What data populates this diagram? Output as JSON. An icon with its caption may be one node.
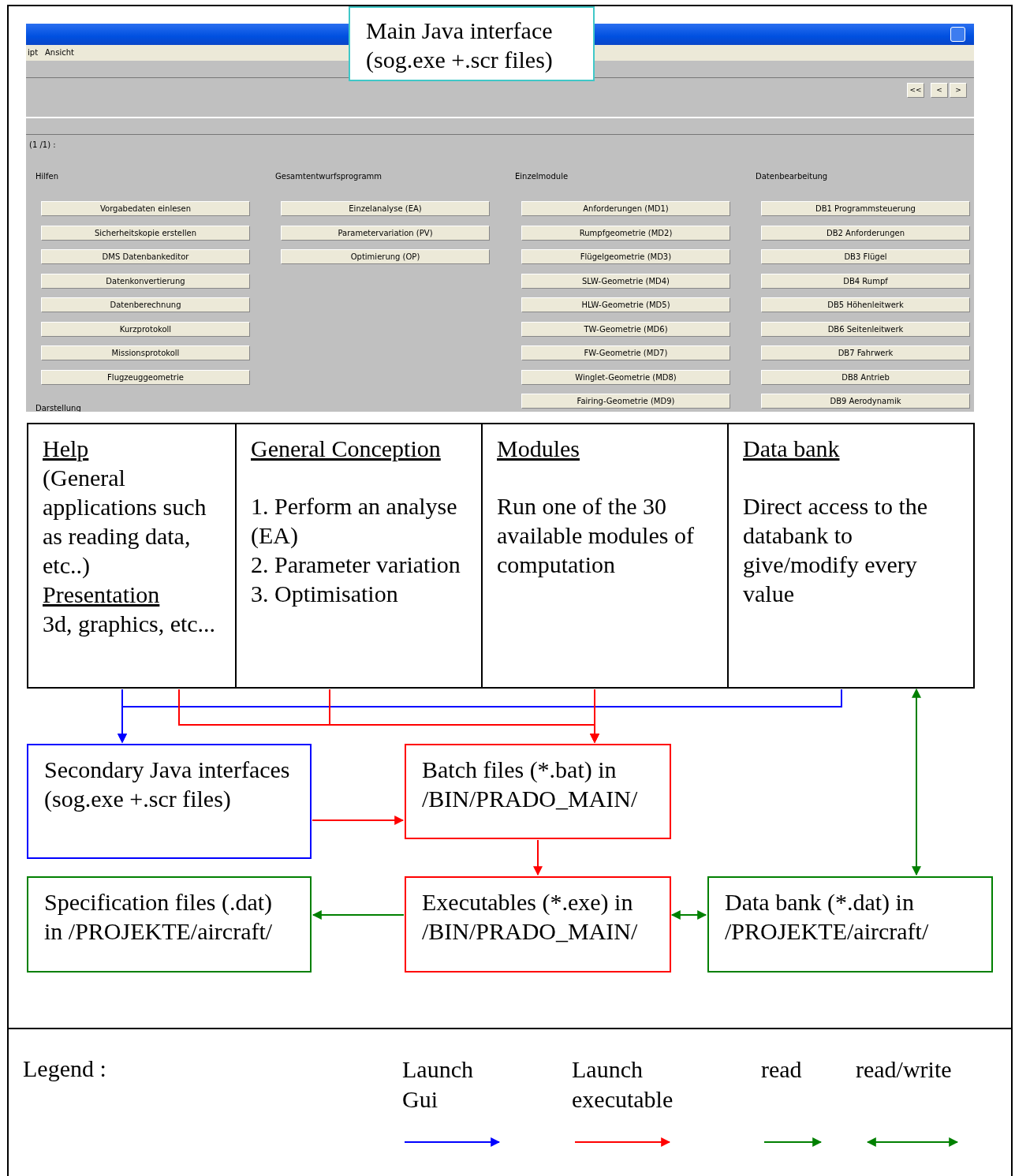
{
  "diagram": {
    "nodes": [
      {
        "text": [
          "Main Java interface (sog.exe +.scr files)"
        ]
      },
      {
        "text": [
          "Help",
          "(General applications such as reading data, etc..)",
          "Presentation",
          "3d, graphics, etc..."
        ]
      },
      {
        "text": [
          "General Conception",
          "1. Perform an analyse (EA)",
          "2. Parameter variation",
          "3. Optimisation"
        ]
      },
      {
        "text": [
          "Modules",
          "Run one of the 30 available modules of computation"
        ]
      },
      {
        "text": [
          "Data bank",
          "Direct access to the databank to give/modify every value"
        ]
      },
      {
        "text": [
          "Secondary Java interfaces (sog.exe +.scr files)"
        ]
      },
      {
        "text": [
          "Batch files (*.bat) in /BIN/PRADO_MAIN/"
        ]
      },
      {
        "text": [
          "Specification files (.dat) in /PROJEKTE/aircraft/"
        ]
      },
      {
        "text": [
          "Executables (*.exe) in /BIN/PRADO_MAIN/"
        ]
      },
      {
        "text": [
          "Data bank (*.dat) in /PROJEKTE/aircraft/"
        ]
      }
    ],
    "edges": [
      {
        "from": 1,
        "to": 5,
        "arrow": "to",
        "color": "#0000ff"
      },
      {
        "from": 4,
        "to": 5,
        "arrow": "to",
        "color": "#0000ff"
      },
      {
        "from": 1,
        "to": 6,
        "arrow": "to",
        "color": "#ff0000"
      },
      {
        "from": 2,
        "to": 6,
        "arrow": "to",
        "color": "#ff0000"
      },
      {
        "from": 3,
        "to": 6,
        "arrow": "to",
        "color": "#ff0000"
      },
      {
        "from": 5,
        "to": 6,
        "arrow": "to",
        "color": "#ff0000"
      },
      {
        "from": 6,
        "to": 8,
        "arrow": "to",
        "color": "#ff0000"
      },
      {
        "from": 8,
        "to": 7,
        "arrow": "to",
        "color": "#008000"
      },
      {
        "from": 8,
        "to": 9,
        "arrow": "both",
        "color": "#008000"
      },
      {
        "from": 4,
        "to": 9,
        "arrow": "both",
        "color": "#008000"
      }
    ],
    "labels": [
      "ipt",
      "Ansicht",
      "<<",
      "<",
      ">",
      "(1 /1) :",
      "Hilfen",
      "Vorgabedaten einlesen",
      "Sicherheitskopie erstellen",
      "DMS Datenbankeditor",
      "Datenkonvertierung",
      "Datenberechnung",
      "Kurzprotokoll",
      "Missionsprotokoll",
      "Flugzeuggeometrie",
      "Darstellung",
      "Gesamtentwurfsprogramm",
      "Einzelanalyse (EA)",
      "Parametervariation (PV)",
      "Optimierung (OP)",
      "Einzelmodule",
      "Anforderungen (MD1)",
      "Rumpfgeometrie (MD2)",
      "Flügelgeometrie (MD3)",
      "SLW-Geometrie (MD4)",
      "HLW-Geometrie (MD5)",
      "TW-Geometrie (MD6)",
      "FW-Geometrie (MD7)",
      "Winglet-Geometrie (MD8)",
      "Fairing-Geometrie (MD9)",
      "Datenbearbeitung",
      "DB1 Programmsteuerung",
      "DB2 Anforderungen",
      "DB3 Flügel",
      "DB4 Rumpf",
      "DB5 Höhenleitwerk",
      "DB6 Seitenleitwerk",
      "DB7 Fahrwerk",
      "DB8 Antrieb",
      "DB9 Aerodynamik",
      "Legend :"
    ],
    "legend": [
      {
        "text": "Launch Gui"
      },
      {
        "text": "Launch executable"
      },
      {
        "text": "read"
      },
      {
        "text": "read/write"
      }
    ]
  }
}
